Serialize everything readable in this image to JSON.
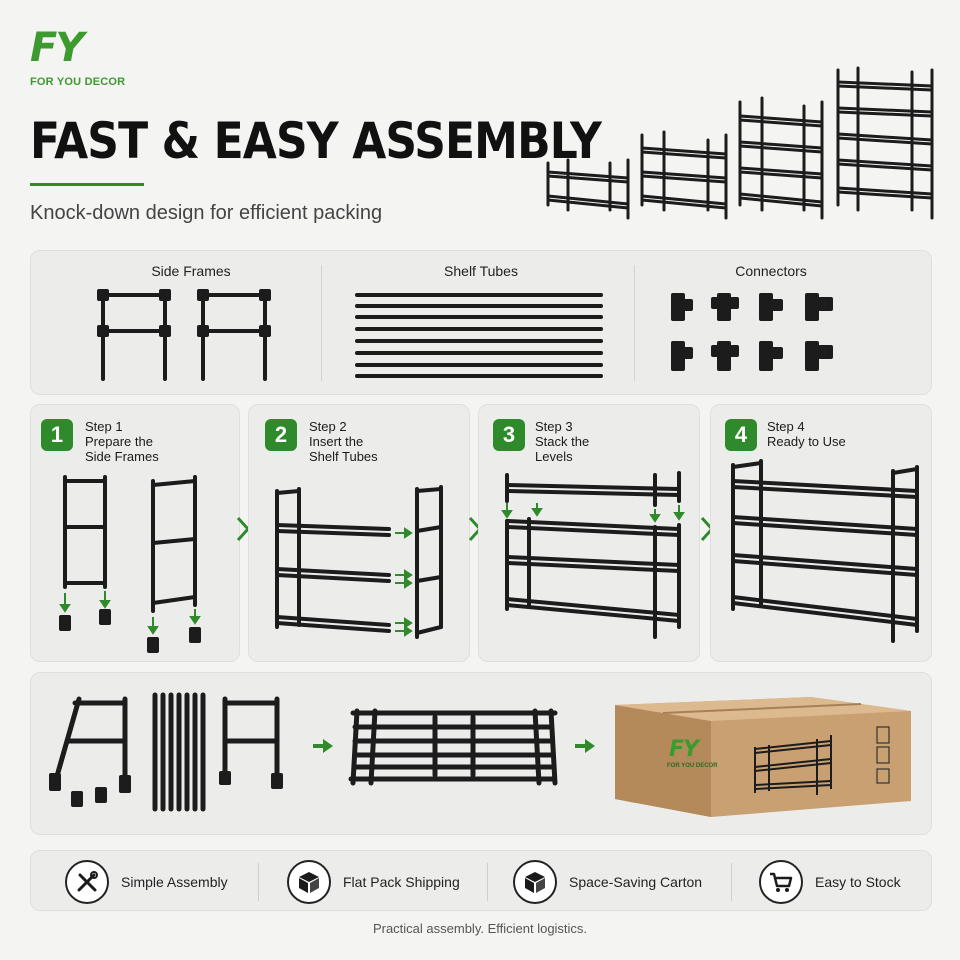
{
  "brand": {
    "mark": "FY",
    "name": "FOR YOU DECOR",
    "color": "#3c9a2f"
  },
  "headline": "FAST & EASY ASSEMBLY",
  "subheadline": "Knock-down design for efficient packing",
  "parts": [
    {
      "title": "Side Frames"
    },
    {
      "title": "Shelf Tubes"
    },
    {
      "title": "Connectors"
    }
  ],
  "steps": [
    {
      "number": "1",
      "label": "Step 1",
      "lines": [
        "Prepare the",
        "Side Frames"
      ]
    },
    {
      "number": "2",
      "label": "Step 2",
      "lines": [
        "Insert the",
        "Shelf Tubes"
      ]
    },
    {
      "number": "3",
      "label": "Step 3",
      "lines": [
        "Stack the",
        "Levels"
      ]
    },
    {
      "number": "4",
      "label": "Step 4",
      "lines": [
        "Ready to Use",
        ""
      ]
    }
  ],
  "carton": {
    "mark": "FY",
    "name": "FOR YOU DECOR"
  },
  "features": [
    {
      "label": "Simple Assembly",
      "icon": "tools-icon"
    },
    {
      "label": "Flat Pack Shipping",
      "icon": "box-icon"
    },
    {
      "label": "Space-Saving Carton",
      "icon": "box-icon"
    },
    {
      "label": "Easy to Stock",
      "icon": "cart-icon"
    }
  ],
  "tagline": "Practical assembly. Efficient logistics.",
  "colors": {
    "accent": "#2e8a2a",
    "metal": "#1c1c1c",
    "carton": "#c8a071",
    "panel": "#ececeb"
  }
}
